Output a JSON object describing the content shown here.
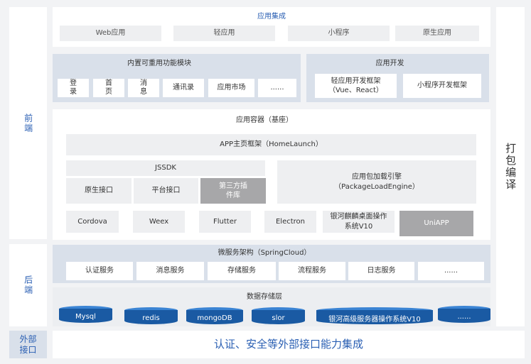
{
  "sidebar": {
    "frontend": "前端",
    "backend": "后端",
    "external": "外部接口"
  },
  "right_label": "打包编译",
  "app_integration": {
    "title": "应用集成",
    "items": [
      "Web应用",
      "轻应用",
      "小程序",
      "原生应用"
    ]
  },
  "modules": {
    "title": "内置可重用功能模块",
    "items": [
      "登录",
      "首页",
      "消息",
      "通讯录",
      "应用市场",
      "......"
    ]
  },
  "app_dev": {
    "title": "应用开发",
    "items": [
      "轻应用开发框架（Vue、React）",
      "小程序开发框架"
    ]
  },
  "container": {
    "title": "应用容器（基座）",
    "launch": "APP主页框架（HomeLaunch）",
    "jssdk": "JSSDK",
    "native": "原生接口",
    "platform": "平台接口",
    "thirdparty": "第三方插件库",
    "package_engine": "应用包加载引擎（PackageLoadEngine）",
    "runtimes": [
      "Cordova",
      "Weex",
      "Flutter",
      "Electron",
      "银河麒麟桌面操作系统V10",
      "UniAPP"
    ]
  },
  "microservices": {
    "title": "微服务架构（SpringCloud）",
    "items": [
      "认证服务",
      "消息服务",
      "存储服务",
      "流程服务",
      "日志服务",
      "......"
    ]
  },
  "storage": {
    "title": "数据存储层",
    "items": [
      "Mysql",
      "redis",
      "mongoDB",
      "slor",
      "银河高级服务器操作系统V10",
      "......"
    ]
  },
  "external_bar": "认证、安全等外部接口能力集成",
  "colors": {
    "accent": "#2a5fb3",
    "cylinder": "#1a5aa3",
    "panel_blue": "#d9e0ea"
  }
}
